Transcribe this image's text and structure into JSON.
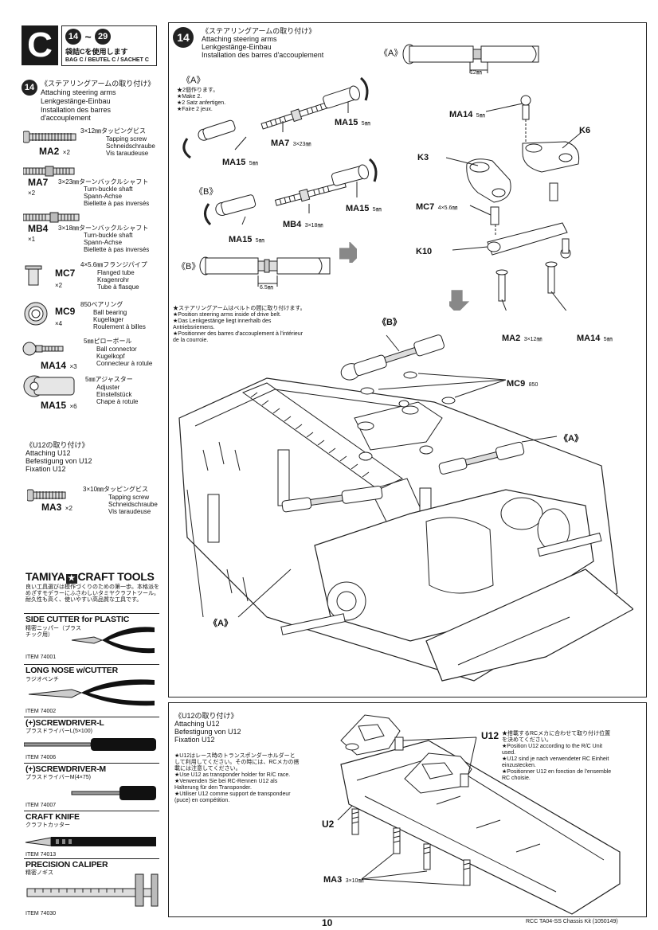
{
  "header": {
    "bag_letter": "C",
    "step_from": "14",
    "tilde": "~",
    "step_to": "29",
    "bag_jp": "袋詰Cを使用します",
    "bag_multi": "BAG C / BEUTEL C / SACHET C"
  },
  "left_step": {
    "num": "14",
    "title_jp": "《ステアリングアームの取り付け》",
    "title_en": "Attaching steering arms",
    "title_de": "Lenkgestänge-Einbau",
    "title_fr": "Installation des barres d'accouplement"
  },
  "parts": [
    {
      "code": "MA2",
      "qty": "×2",
      "size_jp": "3×12㎜タッピングビス",
      "en": "Tapping screw",
      "de": "Schneidschraube",
      "fr": "Vis taraudeuse"
    },
    {
      "code": "MA7",
      "qty": "×2",
      "size_jp": "3×23㎜ターンバックルシャフト",
      "en": "Turn-buckle shaft",
      "de": "Spann-Achse",
      "fr": "Biellette à pas inversés"
    },
    {
      "code": "MB4",
      "qty": "×1",
      "size_jp": "3×18㎜ターンバックルシャフト",
      "en": "Turn-buckle shaft",
      "de": "Spann-Achse",
      "fr": "Biellette à pas inversés"
    },
    {
      "code": "MC7",
      "qty": "×2",
      "size_jp": "4×5.6㎜フランジパイプ",
      "en": "Flanged tube",
      "de": "Kragenrohr",
      "fr": "Tube à flasque"
    },
    {
      "code": "MC9",
      "qty": "×4",
      "size_jp": "850ベアリング",
      "en": "Ball bearing",
      "de": "Kugellager",
      "fr": "Roulement à billes"
    },
    {
      "code": "MA14",
      "qty": "×3",
      "size_jp": "5㎜ピローボール",
      "en": "Ball connector",
      "de": "Kugelkopf",
      "fr": "Connecteur à rotule"
    },
    {
      "code": "MA15",
      "qty": "×6",
      "size_jp": "5㎜アジャスター",
      "en": "Adjuster",
      "de": "Einstellstück",
      "fr": "Chape à rotule"
    }
  ],
  "u12_left": {
    "title_jp": "《U12の取り付け》",
    "title_en": "Attaching U12",
    "title_de": "Befestigung von U12",
    "title_fr": "Fixation U12"
  },
  "ma3_part": {
    "code": "MA3",
    "qty": "×2",
    "size_jp": "3×10㎜タッピングビス",
    "en": "Tapping screw",
    "de": "Schneidschraube",
    "fr": "Vis taraudeuse"
  },
  "tools": {
    "brand_a": "TAMIYA",
    "brand_b": "CRAFT TOOLS",
    "intro": "良い工具選びは模作づくりのための第一歩。本格派をめざすモデラーにふさわしいタミヤクラフトツール。耐久性も高く、使いやすい高品質な工具です。",
    "items": [
      {
        "name": "SIDE CUTTER for PLASTIC",
        "jp": "精密ニッパー（プラスチック用）",
        "item": "ITEM 74001"
      },
      {
        "name": "LONG NOSE w/CUTTER",
        "jp": "ラジオペンチ",
        "item": "ITEM 74002"
      },
      {
        "name": "(+)SCREWDRIVER-L",
        "jp": "プラスドライバーL(5×100)",
        "item": "ITEM 74006"
      },
      {
        "name": "(+)SCREWDRIVER-M",
        "jp": "プラスドライバーM(4×75)",
        "item": "ITEM 74007"
      },
      {
        "name": "CRAFT KNIFE",
        "jp": "クラフトカッター",
        "item": "ITEM 74013"
      },
      {
        "name": "PRECISION CALIPER",
        "jp": "精密ノギス",
        "item": "ITEM 74030"
      }
    ]
  },
  "main_step": {
    "num": "14",
    "title_jp": "《ステアリングアームの取り付け》",
    "title_en": "Attaching steering arms",
    "title_de": "Lenkgestänge-Einbau",
    "title_fr": "Installation des barres d'accouplement",
    "a_label": "《A》",
    "a_notes": [
      "★2個作ります。",
      "★Make 2.",
      "★2 Satz anfertigen.",
      "★Faire 2 jeux."
    ],
    "b_label": "《B》",
    "a_dim_label": "《A》",
    "a_dim": "12㎜",
    "b_dim_label": "《B》",
    "b_dim": "6.5㎜",
    "callouts": {
      "ma15_a1": "MA15",
      "ma15_a1_u": "5㎜",
      "ma7": "MA7",
      "ma7_u": "3×23㎜",
      "ma15_a2": "MA15",
      "ma15_a2_u": "5㎜",
      "ma15_b1": "MA15",
      "ma15_b1_u": "5㎜",
      "mb4": "MB4",
      "mb4_u": "3×18㎜",
      "ma15_b2": "MA15",
      "ma15_b2_u": "5㎜",
      "ma14_top": "MA14",
      "ma14_top_u": "5㎜",
      "k6": "K6",
      "k3": "K3",
      "mc7": "MC7",
      "mc7_u": "4×5.6㎜",
      "k10": "K10",
      "ma2": "MA2",
      "ma2_u": "3×12㎜",
      "ma14_bot": "MA14",
      "ma14_bot_u": "5㎜",
      "b_assy": "《B》",
      "mc9": "MC9",
      "mc9_u": "850",
      "a_assy_r": "《A》",
      "a_assy_l": "《A》"
    },
    "belt_note": [
      "★ステアリングアームはベルトの間に取り付けます。",
      "★Position steering arms inside of drive belt.",
      "★Das Lenkgestänge liegt innerhalb des Antriebsriemens.",
      "★Positionner des barres d'accouplement à l'intérieur de la courroie."
    ]
  },
  "u12_box": {
    "title_jp": "《U12の取り付け》",
    "title_en": "Attaching U12",
    "title_de": "Befestigung von U12",
    "title_fr": "Fixation U12",
    "note": [
      "★U12はレース時のトランスポンダーホルダーとして利用してください。その時には、RCメカの搭載には注意してください。",
      "★Use U12 as transponder holder for R/C race.",
      "★Verwenden Sie bei RC-Rennen U12 als Halterung für den Transponder.",
      "★Utiliser U12 comme support de transpondeur (puce) en compétition."
    ],
    "u12_callout": "U12",
    "u12_note": [
      "★搭載するRCメカに合わせて取り付け位置を決めてください。",
      "★Position U12 according to the R/C Unit used.",
      "★U12 sind je nach verwendeter RC Einheit einzustecken.",
      "★Positionner U12 en fonction de l'ensemble RC choisie."
    ],
    "u2": "U2",
    "ma3": "MA3",
    "ma3_u": "3×10㎜"
  },
  "footer": {
    "page": "10",
    "doc": "RCC TA04-SS Chassis Kit (1050149)"
  }
}
